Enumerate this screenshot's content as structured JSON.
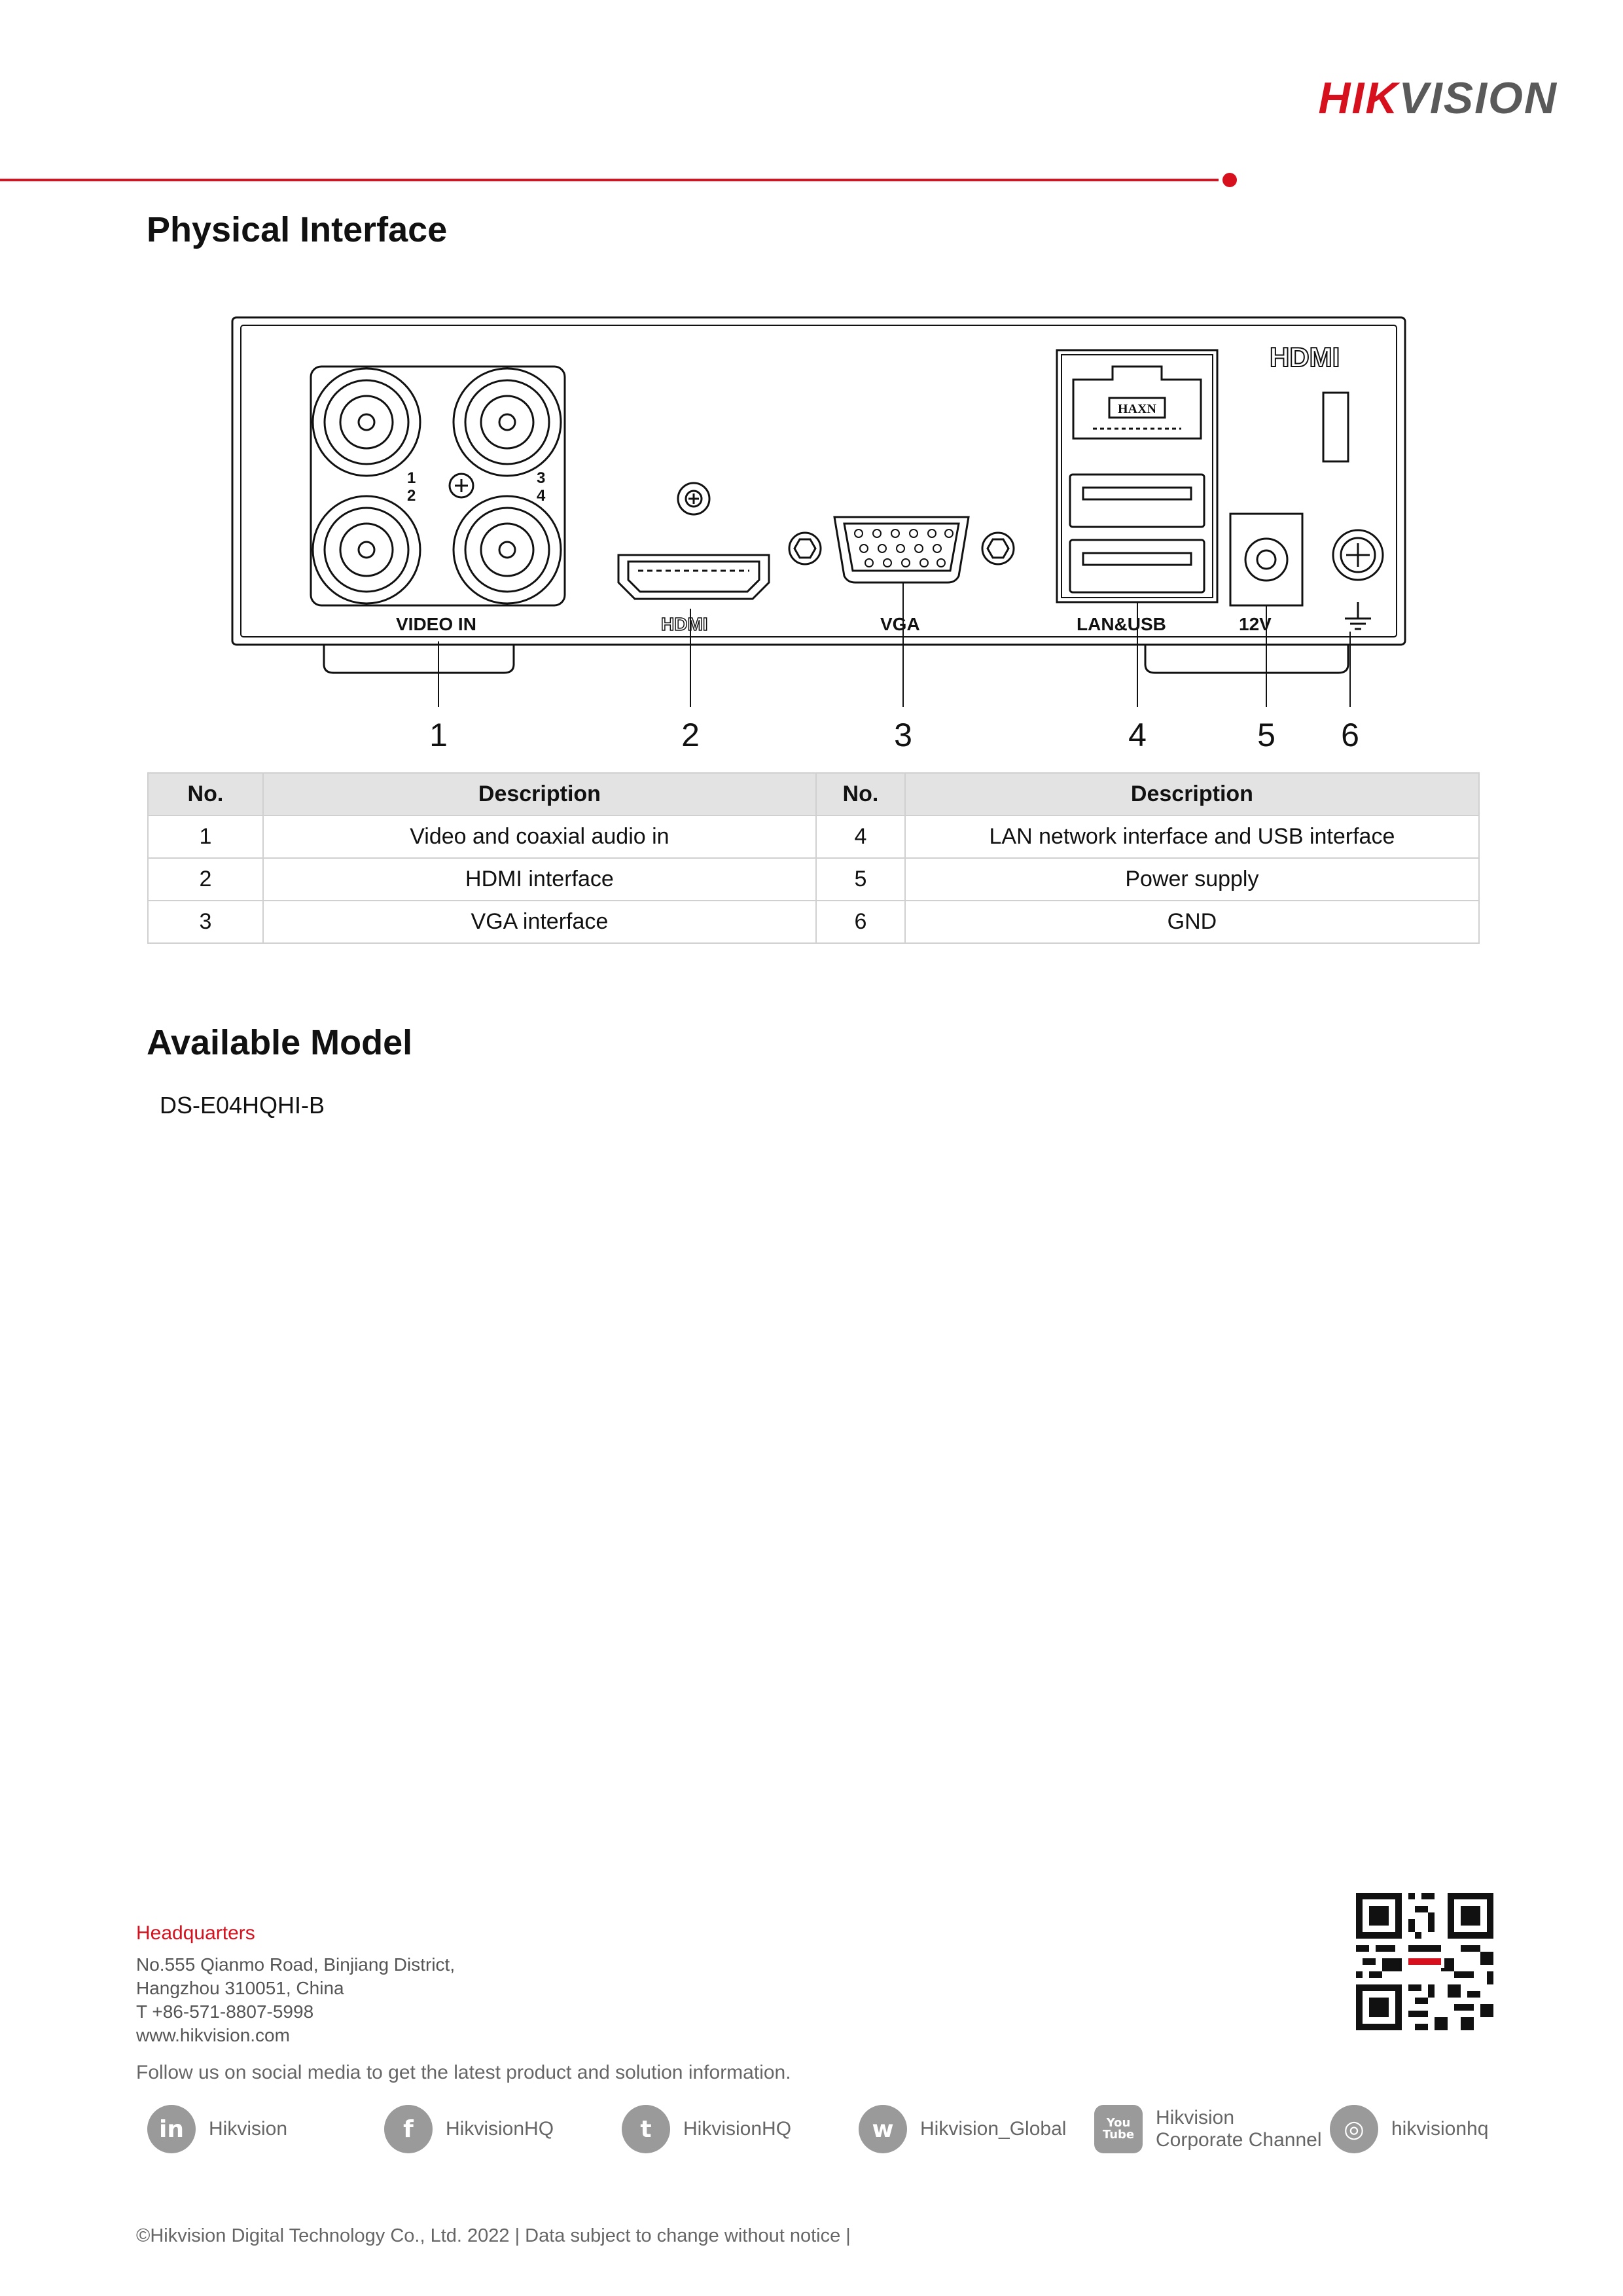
{
  "header": {
    "brand_red": "HIK",
    "brand_gray": "VISION",
    "accent_color": "#d7101e"
  },
  "physical_interface": {
    "title": "Physical Interface",
    "panel_labels": {
      "video_in": "VIDEO IN",
      "hdmi": "HDMI",
      "vga": "VGA",
      "lan_usb": "LAN&USB",
      "power": "12V",
      "hdmi_logo": "HDMI",
      "rj45_mark": "HAXN",
      "bnc_numbers": [
        "1",
        "2",
        "3",
        "4"
      ]
    },
    "callouts": [
      "1",
      "2",
      "3",
      "4",
      "5",
      "6"
    ],
    "table": {
      "headers": [
        "No.",
        "Description",
        "No.",
        "Description"
      ],
      "rows": [
        [
          "1",
          "Video and coaxial audio in",
          "4",
          "LAN network interface and USB interface"
        ],
        [
          "2",
          "HDMI interface",
          "5",
          "Power supply"
        ],
        [
          "3",
          "VGA interface",
          "6",
          "GND"
        ]
      ]
    }
  },
  "available_model": {
    "title": "Available Model",
    "model": "DS-E04HQHI-B"
  },
  "footer": {
    "hq_title": "Headquarters",
    "hq_lines": [
      "No.555 Qianmo Road, Binjiang District,",
      "Hangzhou 310051, China",
      "T +86-571-8807-5998",
      "www.hikvision.com"
    ],
    "follow_text": "Follow us on social media to get the latest product and solution information.",
    "social": [
      {
        "icon": "linkedin-icon",
        "glyph": "in",
        "label": "Hikvision"
      },
      {
        "icon": "facebook-icon",
        "glyph": "f",
        "label": "HikvisionHQ"
      },
      {
        "icon": "twitter-icon",
        "glyph": "t",
        "label": "HikvisionHQ"
      },
      {
        "icon": "wechat-icon",
        "glyph": "w",
        "label": "Hikvision_Global"
      },
      {
        "icon": "youtube-icon",
        "glyph": "You Tube",
        "label": "Hikvision",
        "label2": "Corporate Channel"
      },
      {
        "icon": "instagram-icon",
        "glyph": "◎",
        "label": "hikvisionhq"
      }
    ],
    "copyright": "©Hikvision Digital Technology Co., Ltd. 2022 | Data subject to change without notice |"
  }
}
